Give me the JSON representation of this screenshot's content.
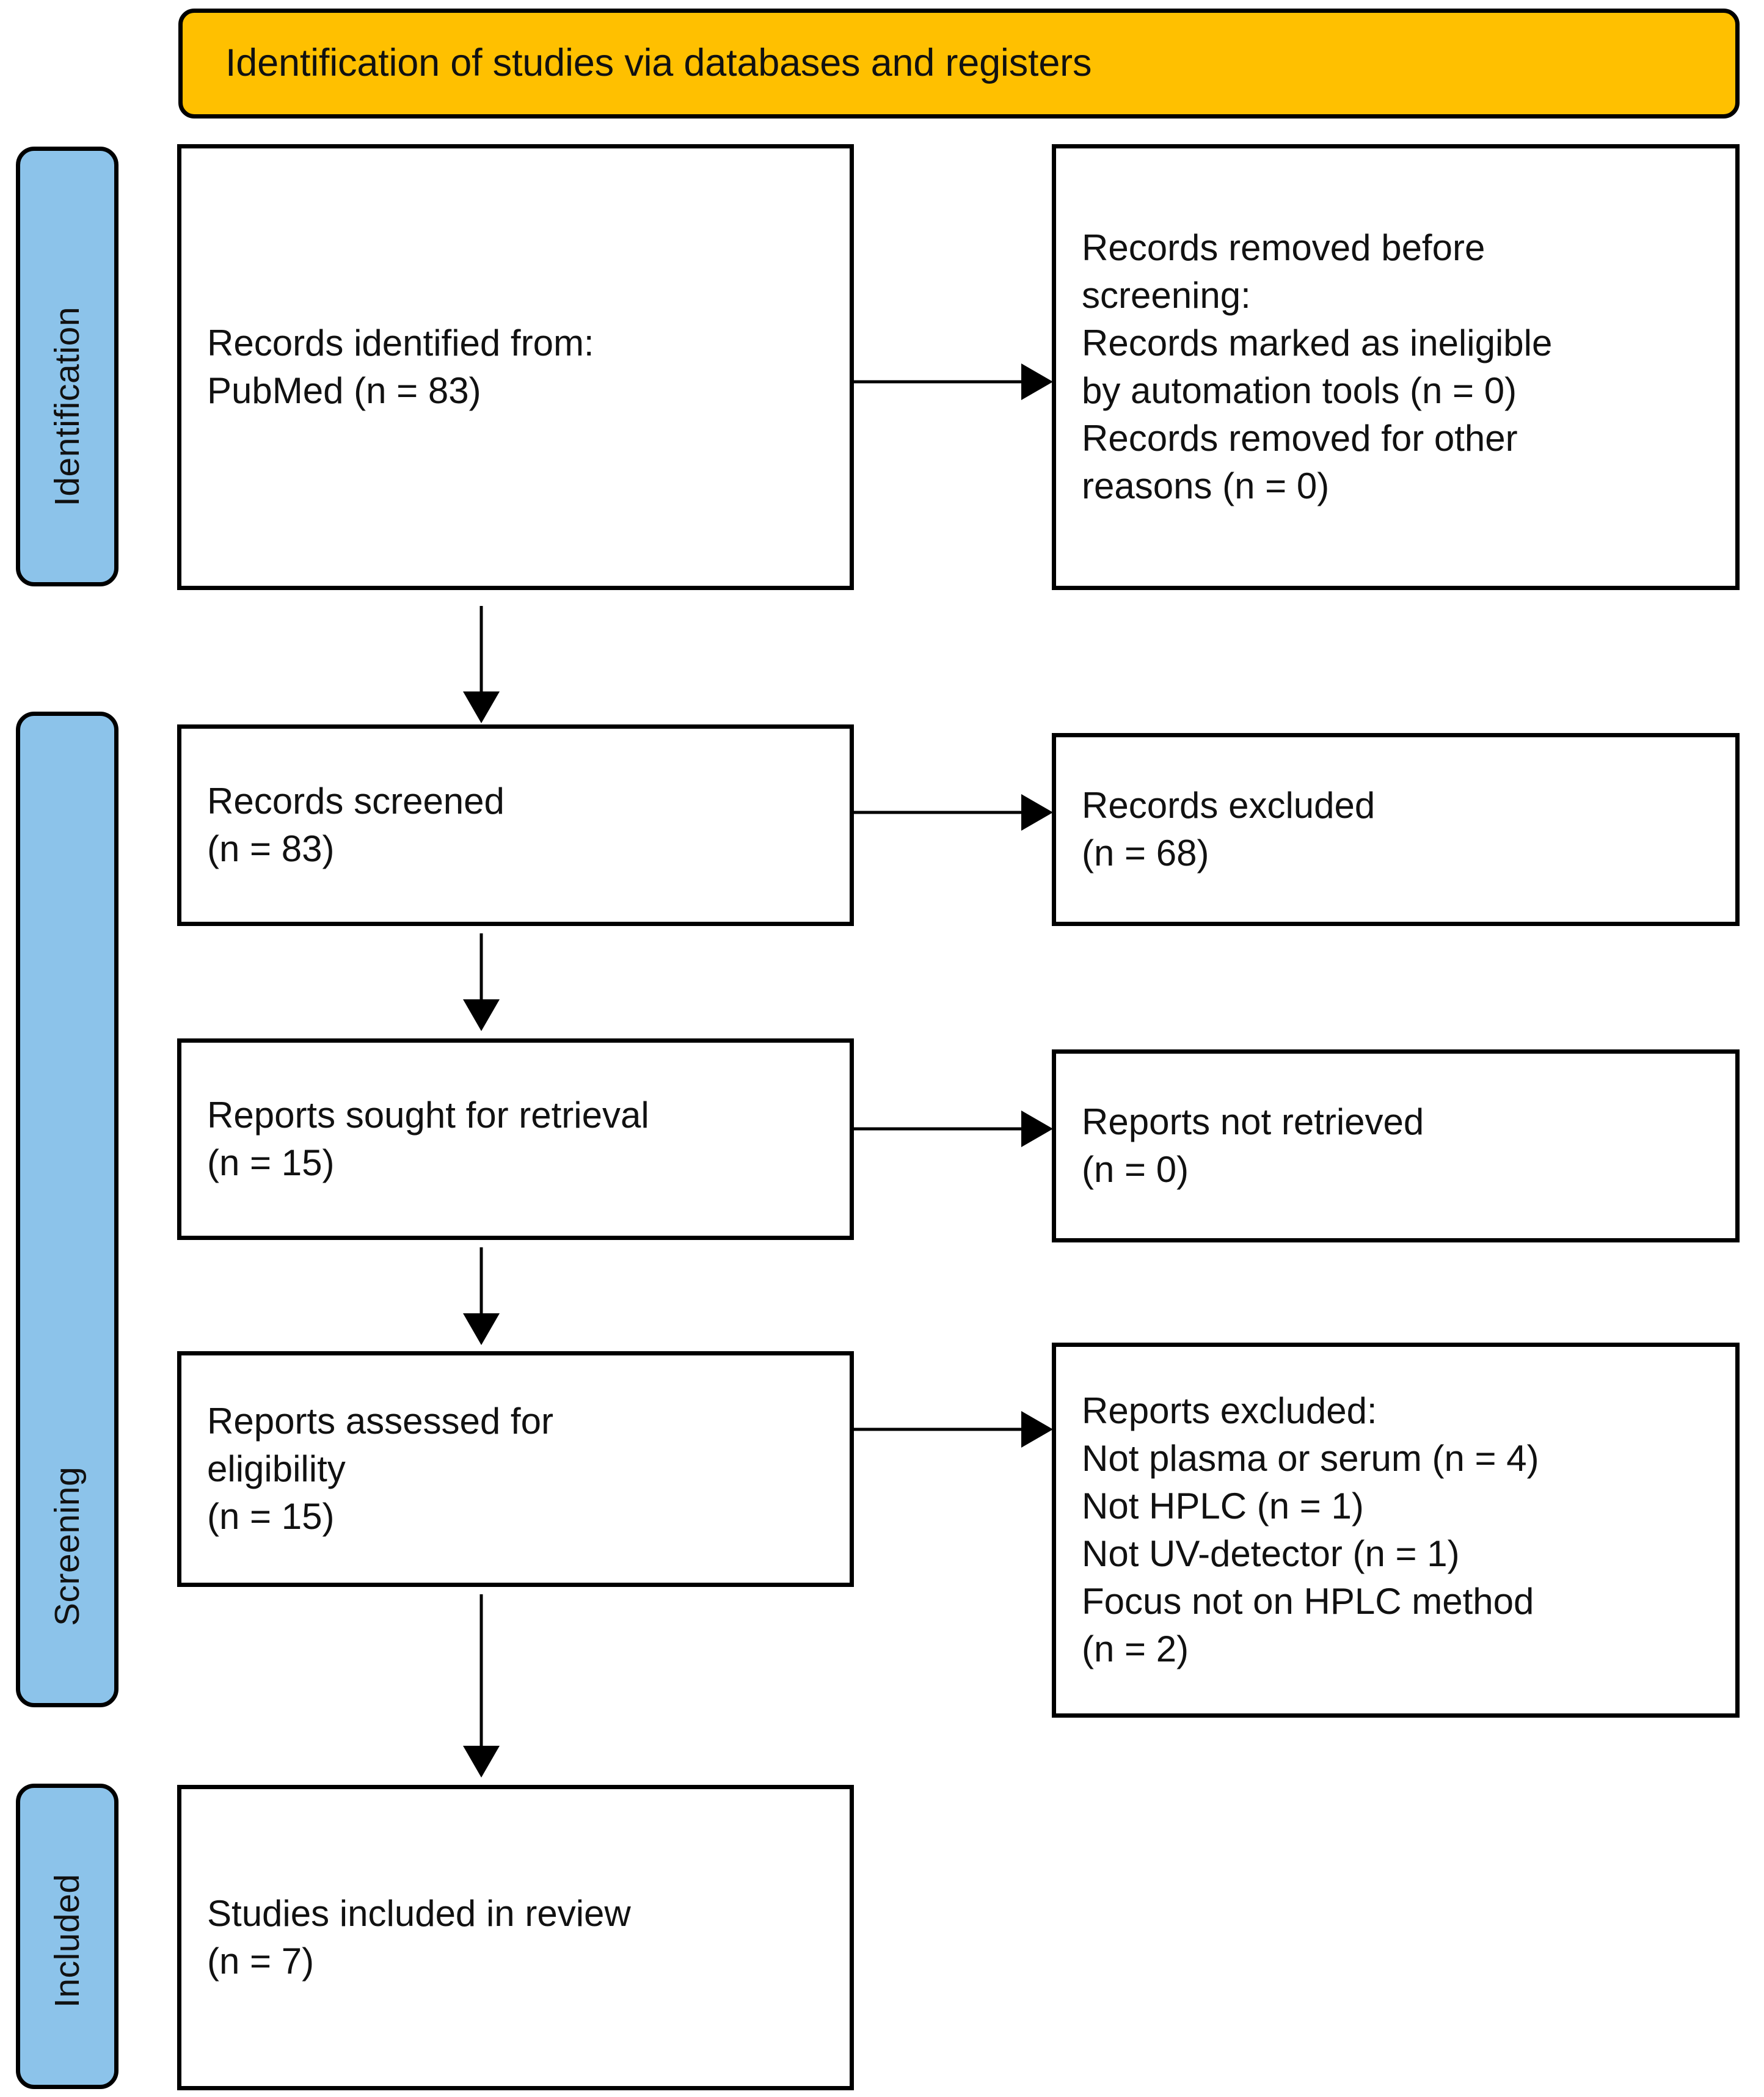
{
  "diagram": {
    "type": "prisma-flow-diagram",
    "banner": {
      "title": "Identification of studies via databases and registers",
      "color": "#FFC000"
    },
    "stage_labels": {
      "color": "#8CC3EA",
      "identification": "Identification",
      "screening": "Screening",
      "included": "Included"
    },
    "boxes": {
      "records_identified": {
        "line1": "Records identified from:",
        "line2": "PubMed (n = 83)"
      },
      "records_removed": {
        "line1": "Records removed before",
        "line2": "screening:",
        "line3": "Records marked as ineligible",
        "line4": "by automation tools (n = 0)",
        "line5": "Records removed for other",
        "line6": "reasons (n = 0)"
      },
      "records_screened": {
        "line1": "Records screened",
        "line2": "(n = 83)"
      },
      "records_excluded": {
        "line1": "Records excluded",
        "line2": "(n = 68)"
      },
      "reports_sought": {
        "line1": "Reports sought for retrieval",
        "line2": "(n = 15)"
      },
      "reports_not_retrieved": {
        "line1": "Reports not retrieved",
        "line2": "(n = 0)"
      },
      "reports_assessed": {
        "line1": "Reports assessed for",
        "line2": "eligibility",
        "line3": "(n = 15)"
      },
      "reports_excluded": {
        "line1": "Reports excluded:",
        "line2": "Not plasma or serum (n = 4)",
        "line3": "Not HPLC (n = 1)",
        "line4": "Not UV-detector (n = 1)",
        "line5": "Focus not on HPLC method",
        "line6": "(n = 2)"
      },
      "studies_included": {
        "line1": "Studies included in review",
        "line2": "(n = 7)"
      }
    }
  }
}
